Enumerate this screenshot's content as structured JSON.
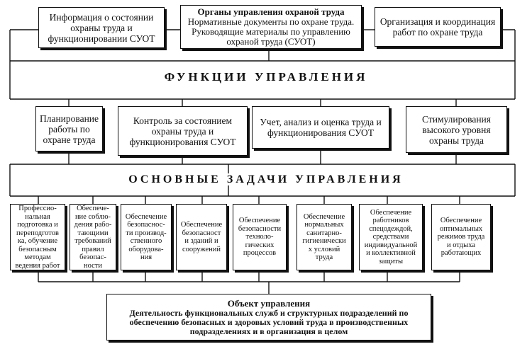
{
  "top_boxes": [
    {
      "text": "Информация о состоянии\nохраны труда и\nфункционировании СУОТ"
    },
    {
      "title": "Органы управления охраной труда",
      "text": "Нормативные документы по охране труда.\nРуководящие  материалы по управлению\nохраной труда (СУОТ)"
    },
    {
      "text": "Организация и координация\nработ по охране труда"
    }
  ],
  "functions_heading": "ФУНКЦИИ УПРАВЛЕНИЯ",
  "functions": [
    "Планирование\nработы по\nохране труда",
    "Контроль за состоянием\nохраны труда и\nфункционирования СУОТ",
    "Учет, анализ и оценка труда и\nфункционирования СУОТ",
    "Стимулирования\nвысокого уровня\nохраны труда"
  ],
  "tasks_heading": "ОСНОВНЫЕ  ЗАДАЧИ  УПРАВЛЕНИЯ",
  "tasks": [
    "Профессио-\nнальная\nподготовка и\nпереподготов\nка, обучение\nбезопасным\nметодам\nведения работ",
    "Обеспече-\nние соблю-\nдения рабо-\nтающими\nтребований\nправил\nбезопас-\nности",
    "Обеспечение\nбезопаснос-\nти производ-\nственного\nоборудова-\nния",
    "Обеспечение\nбезопасност\nи зданий и\nсооружений",
    "Обеспечение\nбезопасности\nтехноло-\nгических\nпроцессов",
    "Обеспечение\nнормальных\nсанитарно-\nгигиенически\nх условий\nтруда",
    "Обеспечение\nработников\nспецодеждой,\nсредствами\nиндивидуальной\nи коллективной\nзащиты",
    "Обеспечение\nоптимальных\nрежимов труда\nи отдыха\nработающих"
  ],
  "object": {
    "title": "Объект управления",
    "text": "Деятельность функциональных служб и структурных подразделений по\nобеспечению безопасных и здоровых условий труда в производственных\nподразделениях и в организация в целом"
  }
}
